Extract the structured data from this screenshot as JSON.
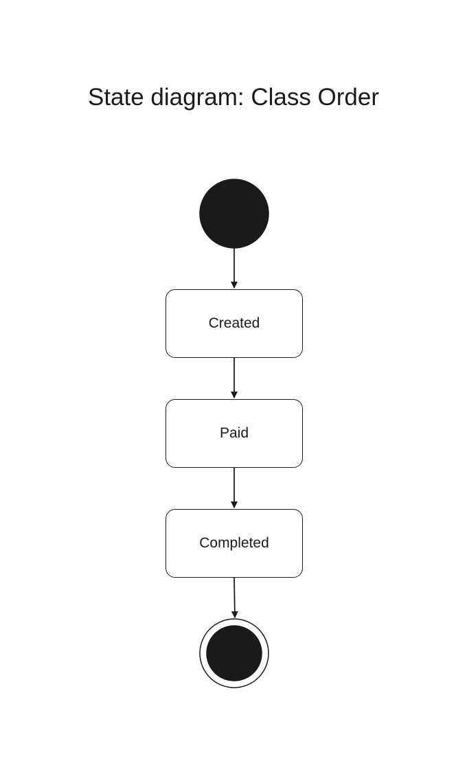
{
  "diagram": {
    "title": "State diagram: Class Order",
    "type": "state",
    "initial_state_icon": "filled-circle-icon",
    "final_state_icon": "bullseye-circle-icon",
    "states": [
      {
        "label": "Created"
      },
      {
        "label": "Paid"
      },
      {
        "label": "Completed"
      }
    ],
    "transitions": [
      {
        "from": "initial",
        "to": "Created"
      },
      {
        "from": "Created",
        "to": "Paid"
      },
      {
        "from": "Paid",
        "to": "Completed"
      },
      {
        "from": "Completed",
        "to": "final"
      }
    ],
    "colors": {
      "stroke": "#1a1a1a",
      "node_fill": "#ffffff",
      "pseudo_state_fill": "#1a1a1a"
    }
  }
}
